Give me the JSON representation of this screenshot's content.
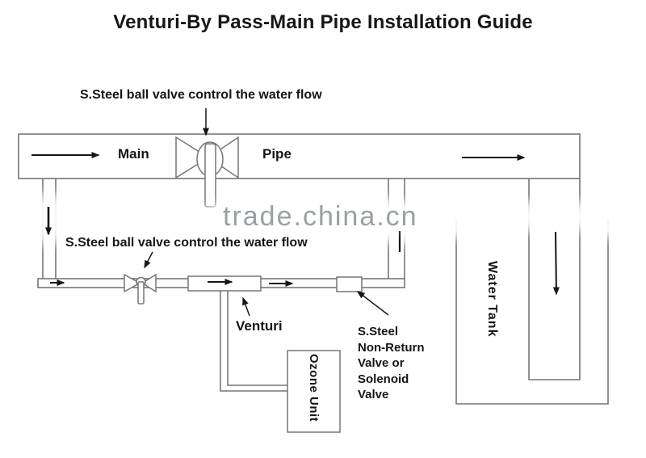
{
  "title": "Venturi-By Pass-Main Pipe Installation Guide",
  "watermark": "trade.china.cn",
  "labels": {
    "main_valve_note": "S.Steel ball valve control the water flow",
    "bypass_valve_note": "S.Steel ball valve control the water flow",
    "main_word": "Main",
    "pipe_word": "Pipe",
    "venturi": "Venturi",
    "non_return_valve": "S.Steel\nNon-Return\nValve or\nSolenoid\nValve",
    "ozone_unit": "Ozone Unit",
    "water_tank": "Water Tank"
  },
  "colors": {
    "line": "#767676",
    "ink": "#161616",
    "watermark": "#9aa0a4",
    "bg": "#ffffff"
  }
}
